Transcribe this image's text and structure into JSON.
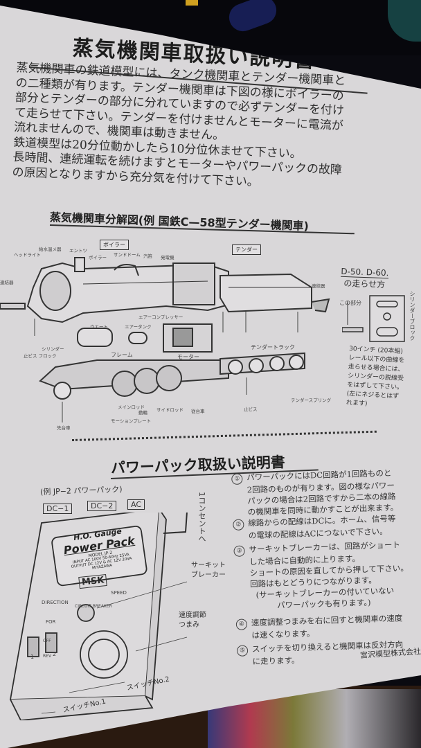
{
  "document": {
    "title": "蒸気機関車取扱い説明書",
    "intro_lines": [
      "蒸気機関車の鉄道模型には、タンク機関車とテンダー機関車と",
      "の二種類が有ります。テンダー機関車は下図の様にボイラーの",
      "部分とテンダーの部分に分れていますので必ずテンダーを付け",
      "て走らせて下さい。テンダーを付けませんとモーターに電流が",
      "流れませんので、機関車は動きません。",
      "鉄道模型は20分位動かしたら10分位休ませて下さい。",
      "長時間、連続運転を続けますとモーターやパワーパックの故障",
      "の原因となりますから充分気を付けて下さい。"
    ],
    "exploded_view": {
      "title": "蒸気機関車分解図(例 国鉄C—58型テンダー機関車)",
      "section_tags": {
        "boiler": "ボイラー",
        "tender": "テンダー"
      },
      "part_labels": {
        "headlight": "ヘッドライト",
        "feedwater_heater": "給水温メ器",
        "chimney": "エントツ",
        "boiler": "ボイラー",
        "sand_dome": "サンドドーム",
        "steam_dome": "汽笛",
        "generator": "発電機",
        "coupler": "連結器",
        "front_coupler": "連結器",
        "cylinder_block": "シリンダー",
        "frame_screw": "止ビス フロック",
        "weight": "ウエート",
        "air_compressor": "エアーコンプレッサー",
        "air_tank": "エアータンク",
        "frame": "フレーム",
        "motor": "モーター",
        "tender_truck": "テンダートラック",
        "main_rod": "メインロッド",
        "motion_plate": "モーションプレート",
        "side_rod": "サイドロッド",
        "drive_wheel": "動輪",
        "lead_truck": "先台車",
        "trailing_truck": "従台車",
        "screw": "止ビス",
        "tender_spring": "テンダースプリング"
      }
    },
    "d50_note": {
      "title": "D-50. D-60.",
      "subtitle": "の走らせ方",
      "pointer": "この部分",
      "side_label": "シリンダーブロック",
      "lines": [
        "30インチ (20本組)",
        "レール以下の曲線を",
        "走らせる場合には、",
        "シリンダーの脱線受",
        "をはずして下さい。",
        "(左にネジるとはず",
        "れます)"
      ]
    },
    "power_pack": {
      "title": "パワーパック取扱い説明書",
      "example": "(例 JP−2 パワーパック)",
      "terminals": [
        "DC−1",
        "DC−2",
        "AC"
      ],
      "plate": {
        "line1": "H.O. Gauge",
        "line2": "Power Pack",
        "model": "MODEL JP-2",
        "spec1": "INPUT AC 100V 50-60Hz 25VA",
        "spec2": "OUTPUT DC 12V & AC 12V 20VA",
        "maker": "MIYAZAWA"
      },
      "brand": "MSK",
      "panel": {
        "direction": "DIRECTION",
        "speed": "SPEED",
        "circuit_breaker": "CIRCUIT BREAKER",
        "for": "FOR",
        "off": "OFF",
        "rev": "REV",
        "sw1": "1",
        "sw2": "2"
      },
      "callouts": {
        "outlet": "1コンセントへ",
        "breaker": "サーキットブレーカー",
        "speed_knob": "速度調節つまみ",
        "switch2": "スイッチNo.2",
        "switch1": "スイッチNo.1"
      },
      "steps": [
        {
          "num": "①",
          "lines": [
            "パワーパックにはDC回路が1回路ものと",
            "2回路のものが有ります。図の様なパワー",
            "パックの場合は2回路ですから二本の線路",
            "の機関車を同時に動かすことが出来ます。"
          ]
        },
        {
          "num": "②",
          "lines": [
            "線路からの配線はDCに。ホーム、信号等",
            "の電球の配線はACにつないで下さい。"
          ]
        },
        {
          "num": "③",
          "lines": [
            "サーキットブレーカーは、回路がショート",
            "した場合に自動的に上ります。",
            "ショートの原因を直してから押して下さい。",
            "回路はもとどうりにつながります。",
            "(サーキットブレーカーの付いていない",
            "パワーパックも有ります。)"
          ]
        },
        {
          "num": "④",
          "lines": [
            "速度調整つまみを右に回すと機関車の速度",
            "は速くなります。"
          ]
        },
        {
          "num": "⑤",
          "lines": [
            "スイッチを切り換えると機関車は反対方向",
            "に走ります。"
          ]
        }
      ],
      "company": "宮沢模型株式会社"
    }
  }
}
